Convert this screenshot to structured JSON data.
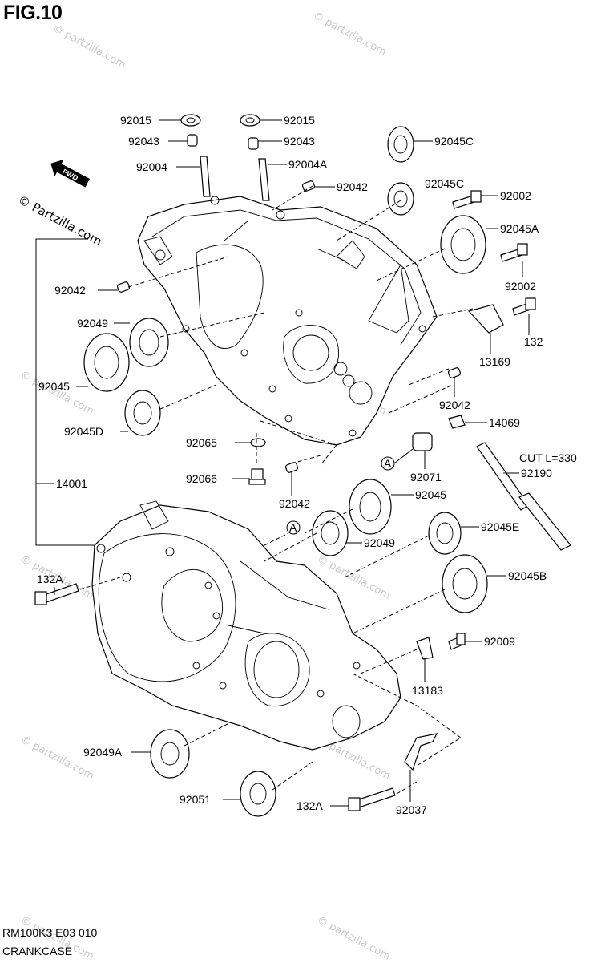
{
  "figure": {
    "title": "FIG.10",
    "watermark": "© Partzilla.com",
    "watermark_faint": "© partzilla.com"
  },
  "labels": {
    "p92015a": "92015",
    "p92015b": "92015",
    "p92043a": "92043",
    "p92043b": "92043",
    "p92004": "92004",
    "p92004A": "92004A",
    "p92045C_top": "92045C",
    "p92042_top": "92042",
    "p92045C": "92045C",
    "p92002a": "92002",
    "p92045A": "92045A",
    "p92002b": "92002",
    "p92042_left": "92042",
    "p132": "132",
    "p92049": "92049",
    "p13169": "13169",
    "p92045": "92045",
    "p92042_mid": "92042",
    "p92045D": "92045D",
    "p14069": "14069",
    "p92065": "92065",
    "cut_note": "CUT L=330",
    "p92071": "92071",
    "p92190": "92190",
    "p92066": "92066",
    "p14001": "14001",
    "p92042_low": "92042",
    "p92045_low": "92045",
    "p92045E": "92045E",
    "p92049_low": "92049",
    "p132A_left": "132A",
    "p92045B": "92045B",
    "p92009": "92009",
    "p13183": "13183",
    "p92049A": "92049A",
    "p92051": "92051",
    "p132A_bottom": "132A",
    "p92037": "92037",
    "marker_a1": "A",
    "marker_a2": "A",
    "fwd": "FWD"
  },
  "footer": {
    "code": "RM100K3 E03  010",
    "name": "CRANKCASE"
  }
}
